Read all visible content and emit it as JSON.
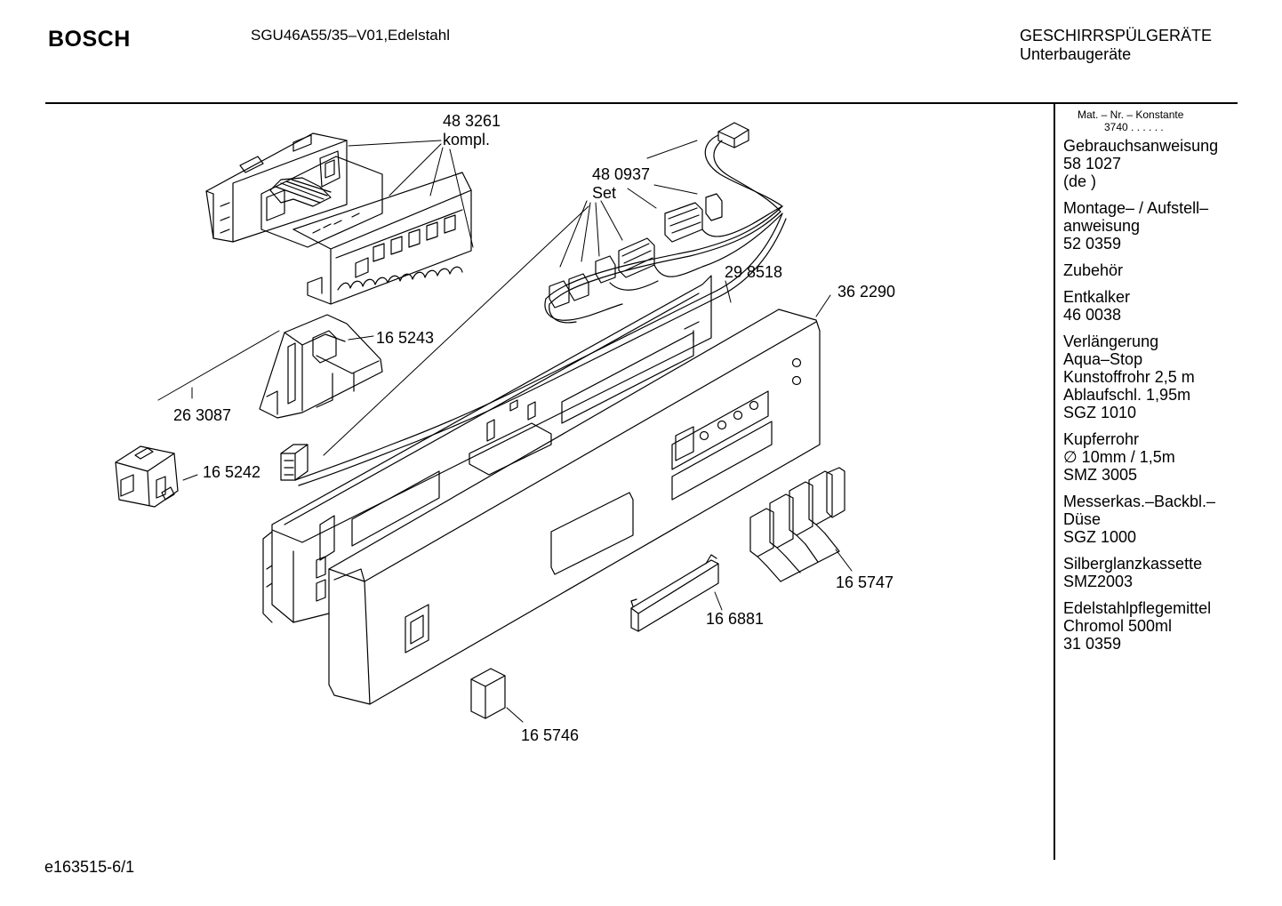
{
  "header": {
    "brand": "BOSCH",
    "model": "SGU46A55/35–V01,Edelstahl",
    "category": "GESCHIRRSPÜLGERÄTE",
    "subcategory": "Unterbaugeräte"
  },
  "sidebar": {
    "mat_label": "Mat. – Nr. – Konstante",
    "mat_value": "3740 . .   . . . .",
    "accessories": [
      {
        "lines": [
          "Gebrauchsanweisung",
          "58 1027",
          "(de )"
        ]
      },
      {
        "lines": [
          "Montage– / Aufstell–",
          "anweisung",
          "52 0359"
        ]
      },
      {
        "lines": [
          "Zubehör"
        ]
      },
      {
        "lines": [
          "Entkalker",
          "46 0038"
        ]
      },
      {
        "lines": [
          "Verlängerung",
          "Aqua–Stop",
          "Kunstoffrohr 2,5 m",
          "Ablaufschl. 1,95m",
          "SGZ 1010"
        ]
      },
      {
        "lines": [
          "Kupferrohr",
          "∅ 10mm / 1,5m",
          "SMZ 3005"
        ]
      },
      {
        "lines": [
          "Messerkas.–Backbl.–",
          "Düse",
          "SGZ 1000"
        ]
      },
      {
        "lines": [
          "Silberglanzkassette",
          "SMZ2003"
        ]
      },
      {
        "lines": [
          "Edelstahlpflegemittel",
          "Chromol 500ml",
          "31 0359"
        ]
      }
    ]
  },
  "callouts": {
    "p483261": "48 3261",
    "p483261_note": "kompl.",
    "p480937": "48 0937",
    "p480937_note": "Set",
    "p298518": "29 8518",
    "p362290": "36 2290",
    "p165243": "16 5243",
    "p263087": "26 3087",
    "p165242": "16 5242",
    "p165747": "16 5747",
    "p166881": "16 6881",
    "p165746": "16 5746"
  },
  "footer": {
    "code": "e163515-6/1"
  }
}
